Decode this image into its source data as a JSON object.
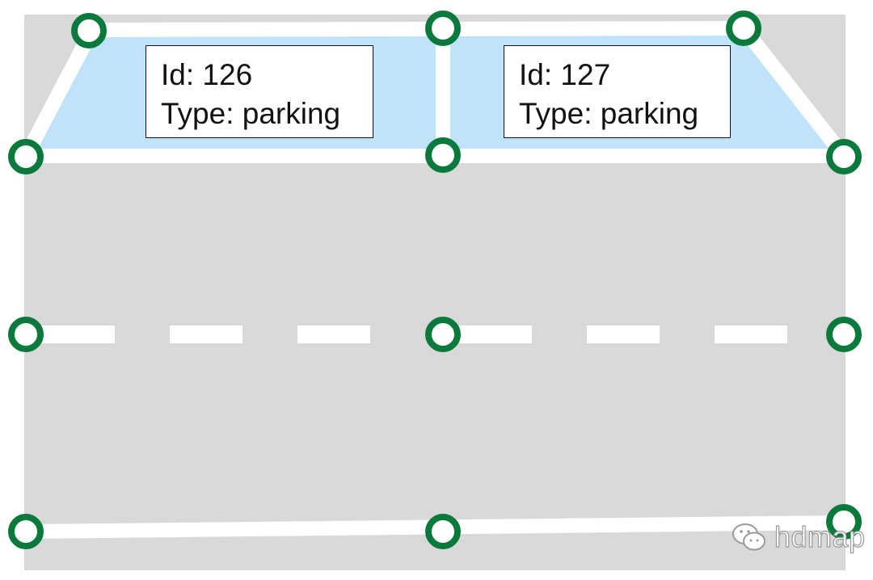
{
  "areas": [
    {
      "id_text": "Id: 126",
      "type_text": "Type: parking"
    },
    {
      "id_text": "Id: 127",
      "type_text": "Type: parking"
    }
  ],
  "watermark": {
    "text": "hdmap",
    "icon": "wechat-icon"
  },
  "colors": {
    "road": "#d9d9d9",
    "marking": "#ffffff",
    "parking_fill": "#bfe3fb",
    "node_stroke": "#0a7a3c",
    "node_fill": "#ffffff",
    "label_border": "#111111"
  },
  "icons": {
    "node": "circle-node-icon"
  }
}
